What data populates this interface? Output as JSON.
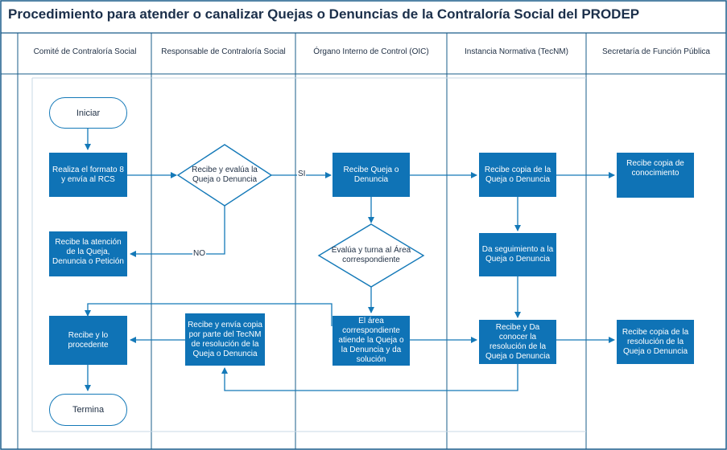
{
  "title": "Procedimiento para atender o canalizar Quejas o Denuncias de la Contraloría Social del PRODEP",
  "lanes": [
    "Comité de Contraloría Social",
    "Responsable de Contraloría Social",
    "Órgano Interno de Control (OIC)",
    "Instancia Normativa (TecNM)",
    "Secretaría de Función Pública"
  ],
  "nodes": {
    "start": "Iniciar",
    "realiza": "Realiza el formato 8 y envía al RCS",
    "evalua_rcs": "Recibe y evalúa la Queja o Denuncia",
    "recibe_atencion": "Recibe la atención de la Queja, Denuncia o Petición",
    "recibe_oic": "Recibe Queja o Denuncia",
    "evalua_turna": "Evalúa y turna al Área correspondiente",
    "area_atiende": "El área correspondiente atiende la Queja o la Denuncia y da solución",
    "copia_tecnm": "Recibe copia de la Queja o Denuncia",
    "seguimiento": "Da seguimiento a la Queja o Denuncia",
    "resolucion_tecnm": "Recibe y Da conocer la resolución de la Queja o Denuncia",
    "copia_sfp": "Recibe copia de conocimiento",
    "copia_res_sfp": "Recibe copia de la resolución de la Queja o Denuncia",
    "envia_copia": "Recibe y envía copia por parte del TecNM de resolución de la Queja o Denuncia",
    "recibe_procedente": "Recibe y lo procedente",
    "end": "Termina"
  },
  "edge_labels": {
    "si": "SI",
    "no": "NO"
  },
  "colors": {
    "box": "#0f73b6",
    "border": "#1a5c8a",
    "line": "#1479b8",
    "title": "#1b2f4a"
  }
}
